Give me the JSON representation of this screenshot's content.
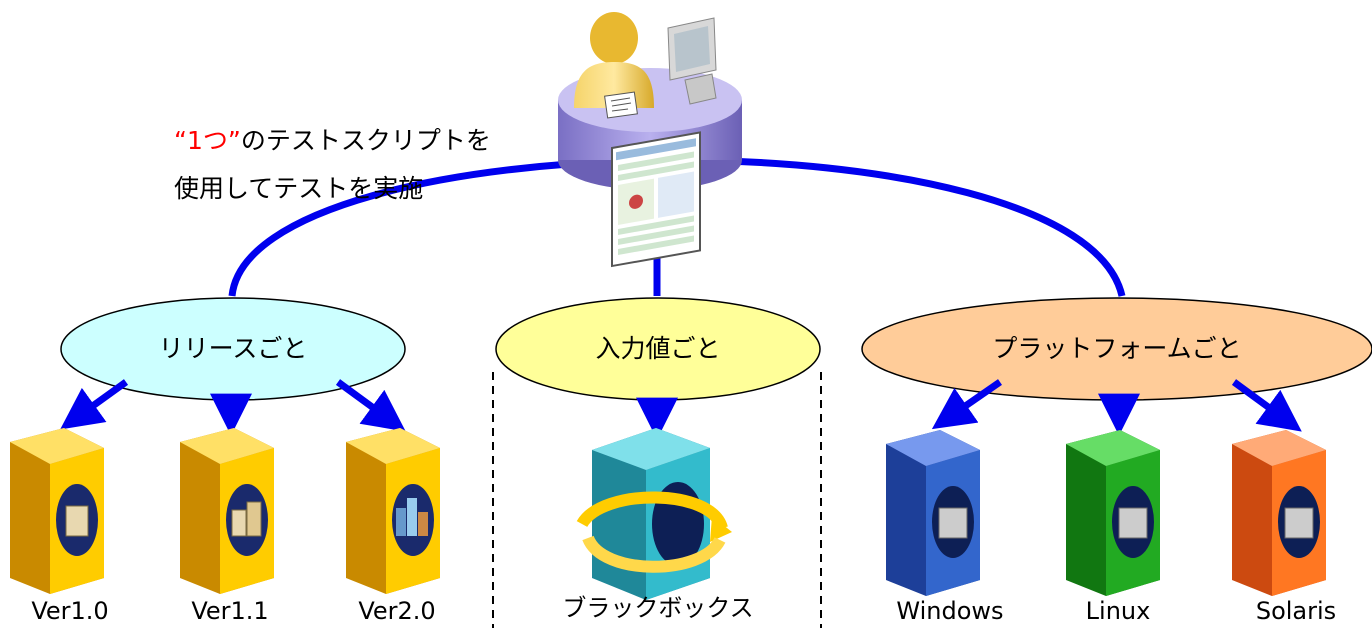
{
  "note": {
    "line1_highlight": "“1つ”",
    "line1_rest": "のテストスクリプトを",
    "line2": "使用してテストを実施"
  },
  "categories": [
    {
      "label": "リリースごと",
      "fill": "#ccffff"
    },
    {
      "label": "入力値ごと",
      "fill": "#ffff99"
    },
    {
      "label": "プラットフォームごと",
      "fill": "#ffcc99"
    }
  ],
  "items": {
    "release": [
      "Ver1.0",
      "Ver1.1",
      "Ver2.0"
    ],
    "input": [
      "ブラックボックス"
    ],
    "platform": [
      "Windows",
      "Linux",
      "Solaris"
    ]
  },
  "colors": {
    "connector": "#0000ee",
    "book_yellow": "#ffcc00",
    "book_blue": "#3366cc",
    "book_green": "#22aa22",
    "book_orange": "#ff7722",
    "book_cyan": "#33bbcc",
    "highlight_red": "#ff0000"
  },
  "icons": {
    "top": "user-at-workstation-icon",
    "release_books": [
      "building-book-icon",
      "buildings-book-icon",
      "city-book-icon"
    ],
    "input_book": "cycle-arrow-book-icon",
    "platform_books": [
      "server-book-icon",
      "server-book-icon",
      "server-book-icon"
    ]
  }
}
